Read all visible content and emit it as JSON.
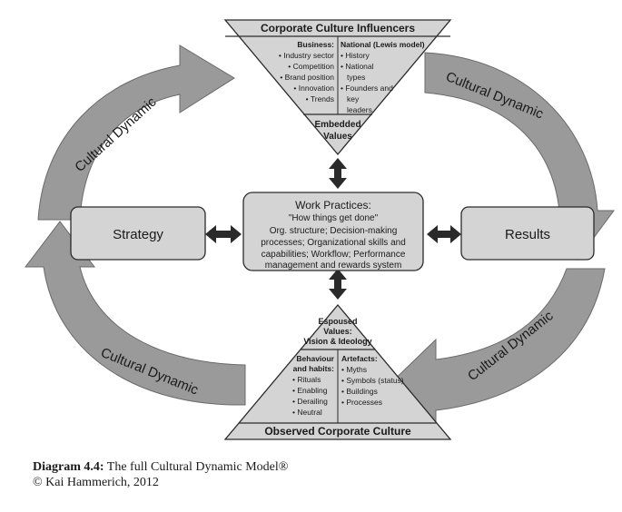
{
  "corporate_culture_influencers": {
    "title": "Corporate Culture Influencers",
    "business_heading": "Business:",
    "business_items": [
      "• Industry sector",
      "• Competition",
      "• Brand position",
      "• Innovation",
      "• Trends"
    ],
    "national_heading": "National (Lewis model)",
    "national_items": [
      "• History",
      "• National",
      "types",
      "• Founders and",
      "key",
      "leaders"
    ],
    "embedded_values": [
      "Embedded",
      "Values"
    ]
  },
  "strategy_label": "Strategy",
  "results_label": "Results",
  "work_practices": {
    "title": "Work Practices:",
    "subtitle": "\"How things get done\"",
    "lines": [
      "Org. structure; Decision-making",
      "processes; Organizational skills and",
      "capabilities;  Workflow; Performance",
      "management and rewards system"
    ]
  },
  "observed_culture": {
    "espoused_values": [
      "Espoused",
      "Values:",
      "Vision & Ideology"
    ],
    "behaviour_heading": [
      "Behaviour",
      "and habits:"
    ],
    "behaviour_items": [
      "• Rituals",
      "• Enabling",
      "• Derailing",
      "• Neutral"
    ],
    "artefacts_heading": "Artefacts:",
    "artefacts_items": [
      "• Myths",
      "• Symbols (status)",
      "• Buildings",
      "• Processes"
    ],
    "title": "Observed Corporate Culture"
  },
  "arrow_labels": {
    "top_left": "Cultural Dynamic",
    "top_right": "Cultural Dynamic",
    "bottom_left": "Cultural Dynamic",
    "bottom_right": "Cultural Dynamic"
  },
  "caption": {
    "label": "Diagram 4.4:",
    "text": " The full Cultural Dynamic Model®",
    "copyright": "© Kai Hammerich,  2012"
  },
  "colors": {
    "fill": "#d4d4d4",
    "arrow_fill": "#9a9a9a",
    "stroke": "#2a2a2a"
  }
}
